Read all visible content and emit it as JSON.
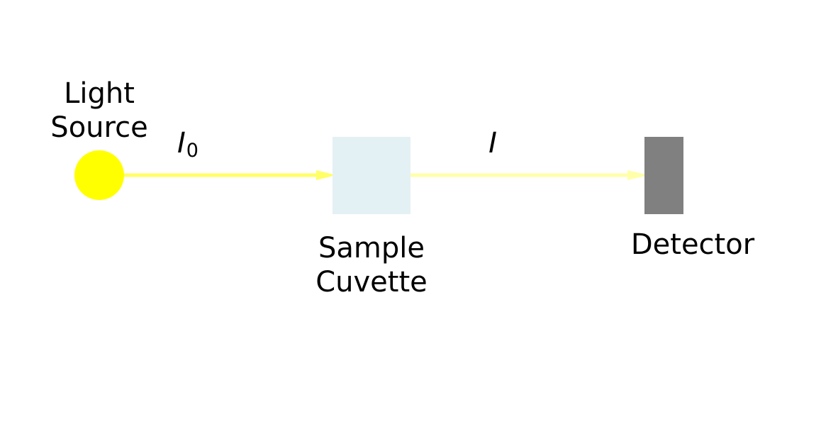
{
  "labels": {
    "source_line1": "Light",
    "source_line2": "Source",
    "cuvette_line1": "Sample",
    "cuvette_line2": "Cuvette",
    "detector": "Detector",
    "incident_symbol": "I",
    "incident_subscript": "0",
    "transmitted_symbol": "I"
  },
  "colors": {
    "source": "#ffff00",
    "incident_beam": "#ffff66",
    "transmitted_beam": "#ffffaa",
    "cuvette": "#e4f1f4",
    "detector": "#808080",
    "text": "#000000"
  }
}
